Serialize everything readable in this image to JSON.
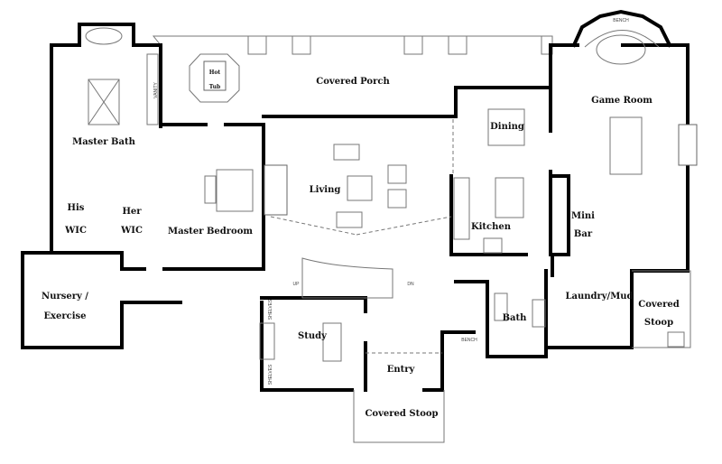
{
  "rooms": {
    "covered_porch": "Covered Porch",
    "master_bath": "Master Bath",
    "his": "His",
    "his_wic": "WIC",
    "her": "Her",
    "her_wic": "WIC",
    "master_bedroom": "Master Bedroom",
    "living": "Living",
    "dining": "Dining",
    "game_room": "Game Room",
    "kitchen": "Kitchen",
    "mini": "Mini",
    "bar": "Bar",
    "nursery": "Nursery /",
    "exercise": "Exercise",
    "study": "Study",
    "bath": "Bath",
    "laundry": "Laundry/Mud",
    "covered_side": "Covered",
    "stoop_side": "Stoop",
    "entry": "Entry",
    "covered_stoop": "Covered Stoop"
  },
  "fixtures": {
    "hot": "Hot",
    "tub": "Tub",
    "bench_game": "BENCH",
    "vanity": "VANITY",
    "up": "UP",
    "dn": "DN",
    "shelves_top": "SHELVES",
    "shelves_bottom": "SHELVES",
    "bench_entry": "BENCH"
  }
}
